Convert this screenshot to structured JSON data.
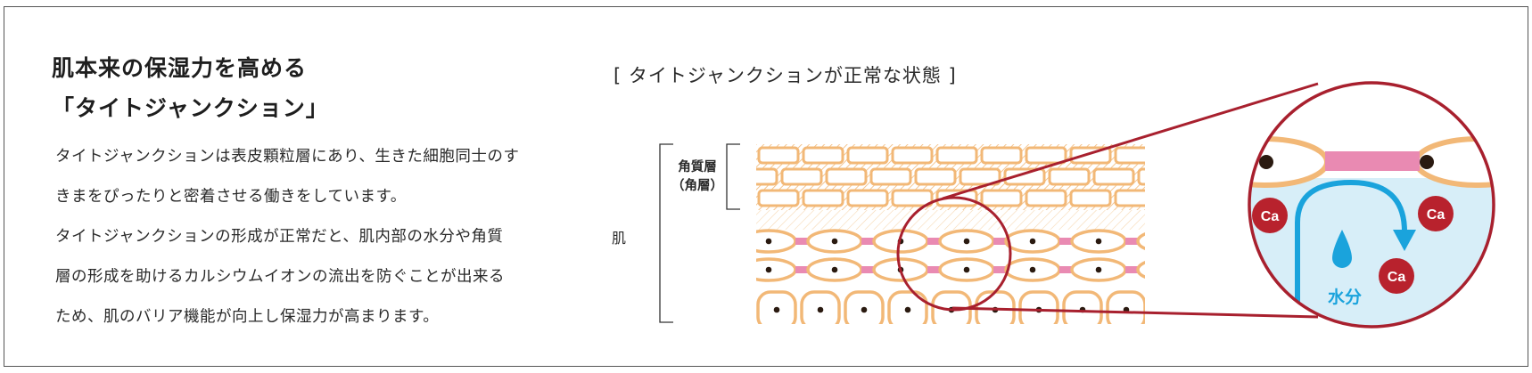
{
  "title": {
    "line1": "肌本来の保湿力を高める",
    "line2": "「タイトジャンクション」"
  },
  "description": [
    "タイトジャンクションは表皮顆粒層にあり、生きた細胞同士のす",
    "きまをぴったりと密着させる働きをしています。",
    "タイトジャンクションの形成が正常だと、肌内部の水分や角質",
    "層の形成を助けるカルシウムイオンの流出を防ぐことが出来る",
    "ため、肌のバリア機能が向上し保湿力が高まります。"
  ],
  "diagram": {
    "caption": "[ タイトジャンクションが正常な状態 ]",
    "stratum_label_line1": "角質層",
    "stratum_label_line2": "（角層）",
    "skin_label": "肌",
    "ion_label": "Ca",
    "water_label": "水分",
    "colors": {
      "cell_outline": "#f2b877",
      "junction": "#e98ab2",
      "callout": "#a8202e",
      "water": "#1aa3dc",
      "water_bg": "#d7eef8",
      "ion_fill": "#b8222d"
    }
  }
}
